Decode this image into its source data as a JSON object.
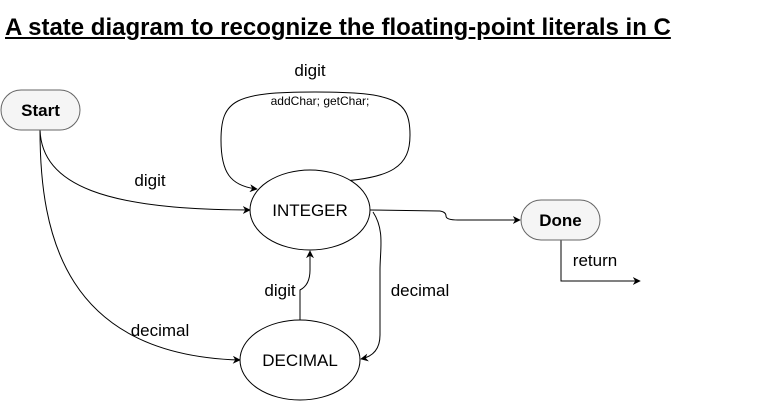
{
  "title": "A state diagram to recognize the floating-point literals in C",
  "colors": {
    "terminal_fill": "#f5f5f5",
    "terminal_stroke": "#666666",
    "state_fill": "#ffffff",
    "line": "#000000"
  },
  "nodes": {
    "start": {
      "label": "Start",
      "shape": "rounded-rectangle"
    },
    "integer": {
      "label": "INTEGER",
      "shape": "ellipse"
    },
    "decimal": {
      "label": "DECIMAL",
      "shape": "ellipse"
    },
    "done": {
      "label": "Done",
      "shape": "rounded-rectangle"
    }
  },
  "edges": {
    "integer_loop": {
      "from": "INTEGER",
      "to": "INTEGER",
      "label": "digit",
      "action": "addChar; getChar;"
    },
    "start_to_integer": {
      "from": "Start",
      "to": "INTEGER",
      "label": "digit"
    },
    "start_to_decimal": {
      "from": "Start",
      "to": "DECIMAL",
      "label": "decimal"
    },
    "decimal_to_integer": {
      "from": "DECIMAL",
      "to": "INTEGER",
      "label": "digit"
    },
    "integer_to_decimal": {
      "from": "INTEGER",
      "to": "DECIMAL",
      "label": "decimal"
    },
    "integer_to_done": {
      "from": "INTEGER",
      "to": "Done",
      "label": ""
    },
    "done_return": {
      "from": "Done",
      "to": "",
      "label": "return"
    }
  }
}
